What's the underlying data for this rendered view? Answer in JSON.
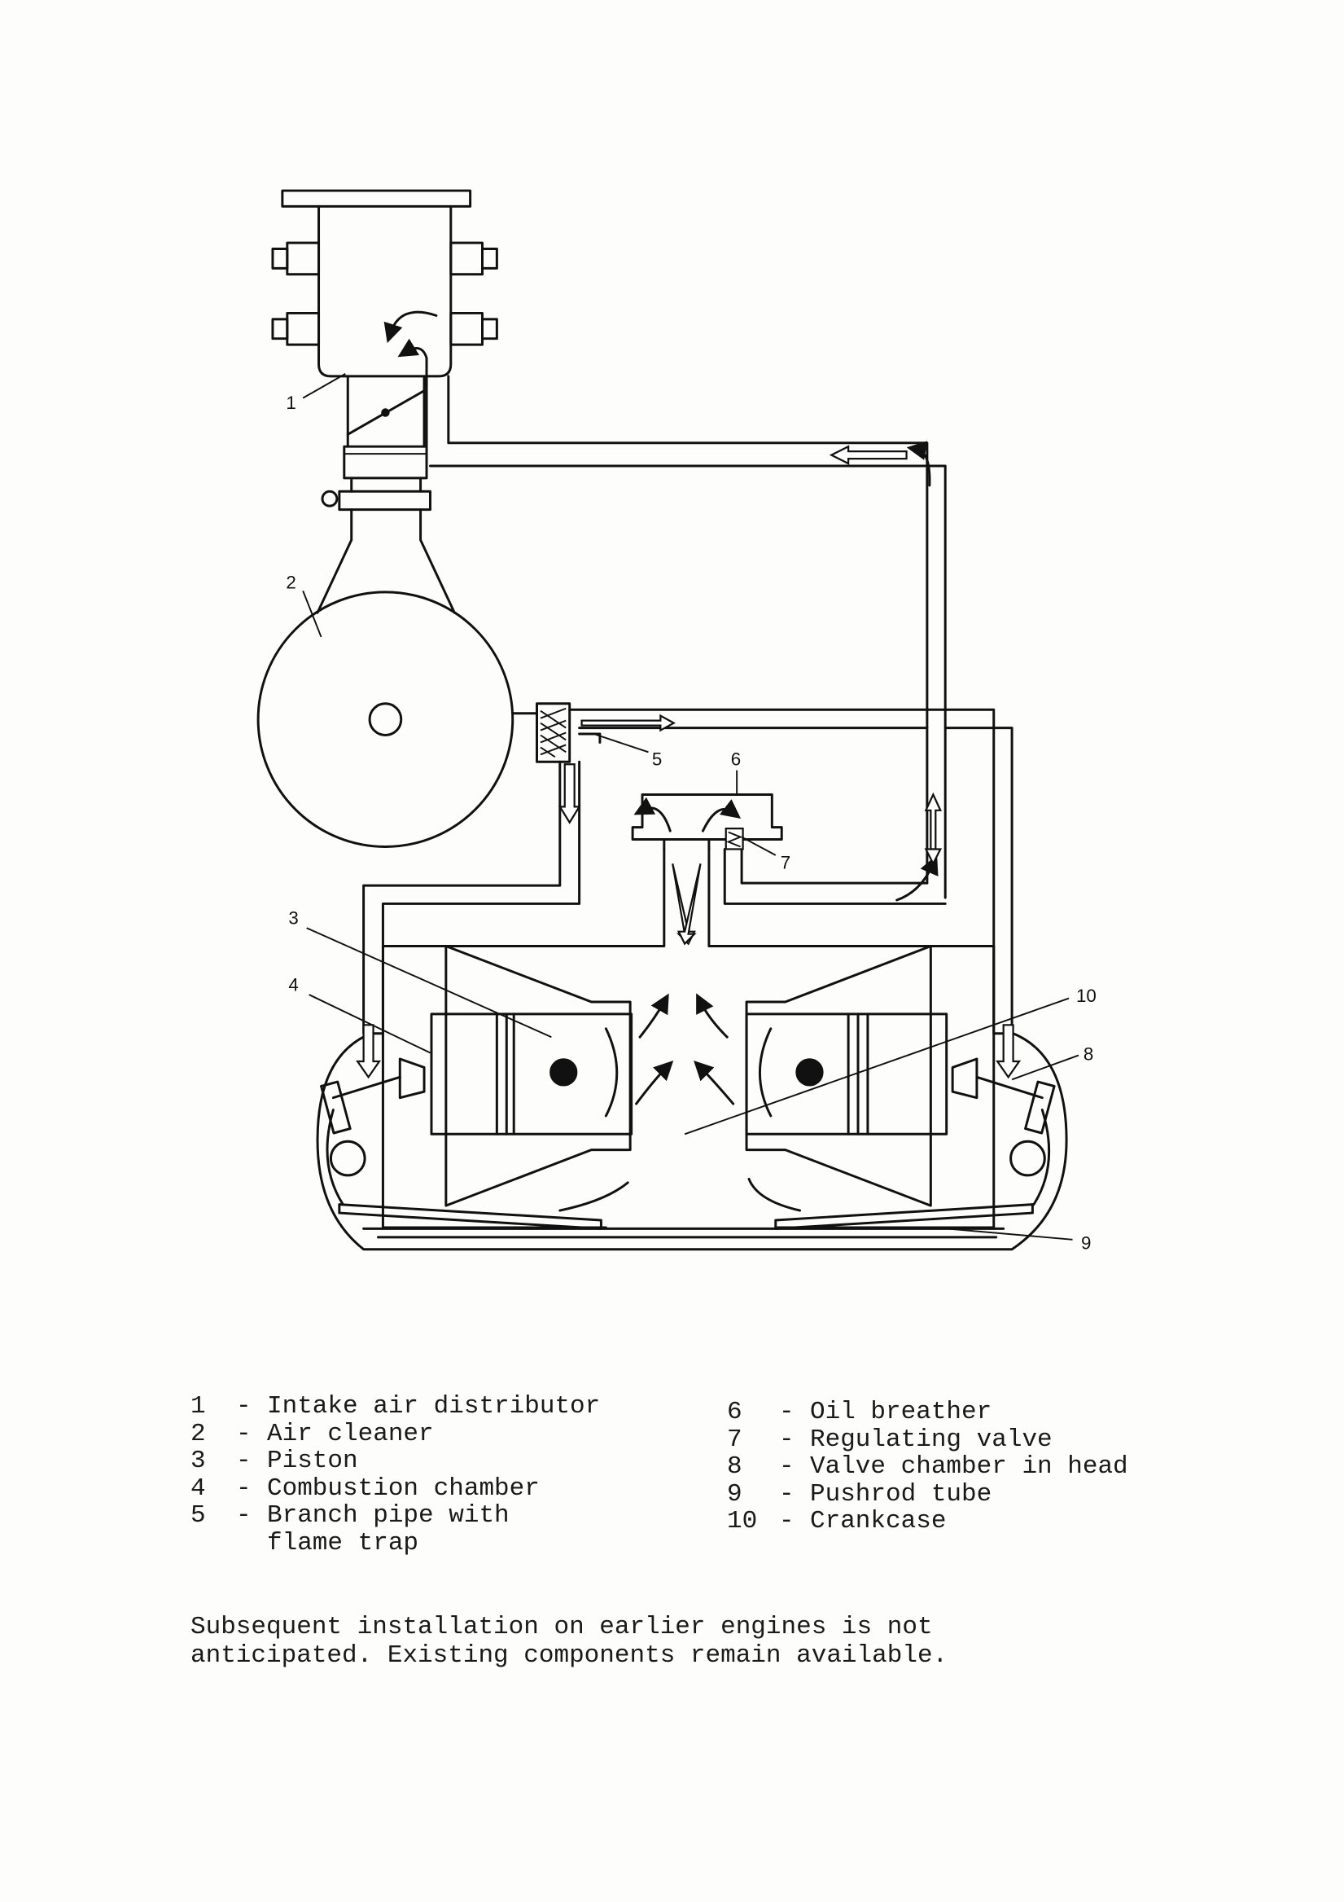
{
  "diagram": {
    "callouts": [
      "1",
      "2",
      "3",
      "4",
      "5",
      "6",
      "7",
      "8",
      "9",
      "10"
    ]
  },
  "legend": {
    "left": [
      {
        "num": "1",
        "label": "Intake air distributor"
      },
      {
        "num": "2",
        "label": "Air cleaner"
      },
      {
        "num": "3",
        "label": "Piston"
      },
      {
        "num": "4",
        "label": "Combustion chamber"
      },
      {
        "num": "5",
        "label": "Branch pipe with"
      },
      {
        "num": "",
        "label": "flame trap"
      }
    ],
    "right": [
      {
        "num": "6",
        "label": "Oil breather"
      },
      {
        "num": "7",
        "label": "Regulating valve"
      },
      {
        "num": "8",
        "label": "Valve chamber in head"
      },
      {
        "num": "9",
        "label": "Pushrod tube"
      },
      {
        "num": "10",
        "label": "Crankcase"
      }
    ],
    "separator": "-"
  },
  "note": {
    "line1": "Subsequent installation on earlier engines is not",
    "line2": "anticipated. Existing components remain available."
  }
}
